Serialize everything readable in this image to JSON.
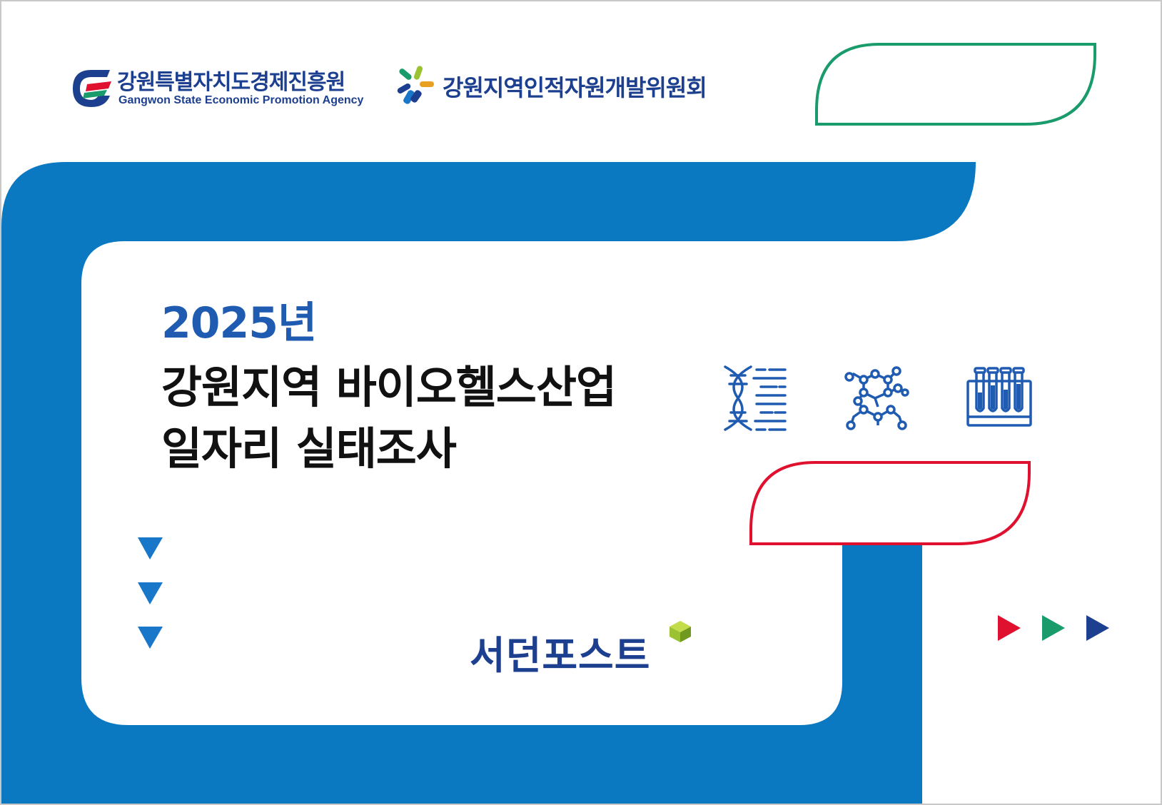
{
  "logos": {
    "agency_kr": "강원특별자치도경제진흥원",
    "agency_en": "Gangwon State Economic Promotion Agency",
    "council_kr": "강원지역인적자원개발위원회"
  },
  "title": {
    "year": "2025년",
    "line1": "강원지역 바이오헬스산업",
    "line2": "일자리 실태조사"
  },
  "publisher": "서던포스트",
  "icons": [
    "dna-icon",
    "molecule-icon",
    "test-tubes-icon"
  ],
  "colors": {
    "primary_blue": "#0b78c2",
    "navy": "#1d3f8f",
    "title_blue": "#1f5bb0",
    "green": "#1a9b6c",
    "red": "#e0112e",
    "accent_lime": "#9bc233"
  }
}
